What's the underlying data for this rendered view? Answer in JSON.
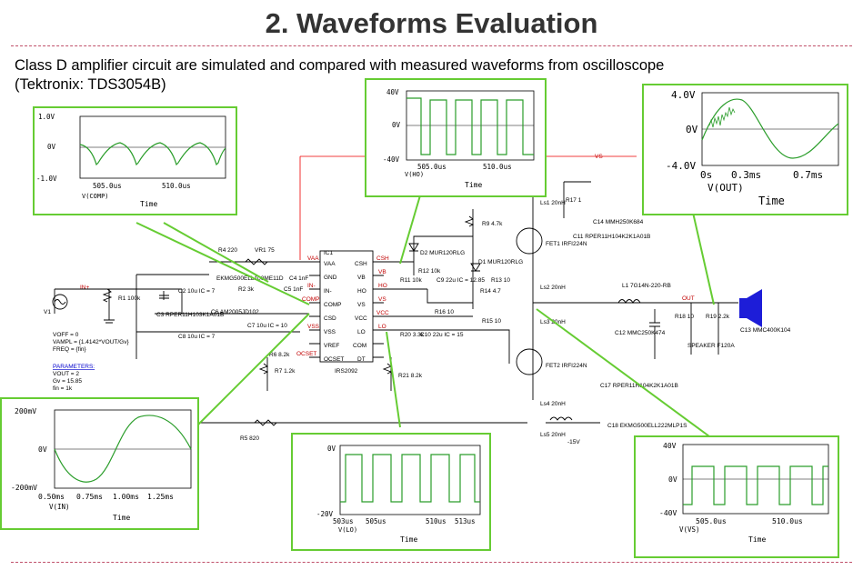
{
  "title": "2. Waveforms Evaluation",
  "description_lines": [
    "Class D amplifier circuit are simulated and compared with measured waveforms from oscilloscope",
    "(Tektronix: TDS3054B)"
  ],
  "colors": {
    "scope_border": "#66cc33",
    "trace": "#2a9d2a",
    "net_label": "#c00000",
    "rule": "#c0506a"
  },
  "scopes": {
    "comp": {
      "y_ticks": [
        "1.0V",
        "0V",
        "-1.0V"
      ],
      "x_ticks": [
        "505.0us",
        "510.0us"
      ],
      "xlabel": "Time",
      "legend": "V(COMP)"
    },
    "ho": {
      "y_ticks": [
        "40V",
        "0V",
        "-40V"
      ],
      "x_ticks": [
        "505.0us",
        "510.0us"
      ],
      "xlabel": "Time",
      "legend": "V(HO)"
    },
    "out": {
      "y_ticks": [
        "4.0V",
        "0V",
        "-4.0V"
      ],
      "x_ticks": [
        "0s",
        "0.3ms",
        "0.7ms"
      ],
      "xlabel": "Time",
      "legend": "V(OUT)"
    },
    "in": {
      "y_ticks": [
        "200mV",
        "0V",
        "-200mV"
      ],
      "x_ticks": [
        "0.50ms",
        "0.75ms",
        "1.00ms",
        "1.25ms"
      ],
      "xlabel": "Time",
      "legend": "V(IN)"
    },
    "lo": {
      "y_ticks": [
        "0V",
        "-20V"
      ],
      "x_ticks": [
        "503us",
        "505us",
        "510us",
        "513us"
      ],
      "xlabel": "Time",
      "legend": "V(LO)"
    },
    "vs": {
      "y_ticks": [
        "40V",
        "0V",
        "-40V"
      ],
      "x_ticks": [
        "505.0us",
        "510.0us"
      ],
      "xlabel": "Time",
      "legend": "V(VS)"
    }
  },
  "schematic": {
    "ic_name": "IC1",
    "ic_part": "IRS2092",
    "ic_pins_left": [
      "VAA",
      "GND",
      "IN-",
      "COMP",
      "CSD",
      "VSS",
      "VREF",
      "OCSET"
    ],
    "ic_pins_right": [
      "CSH",
      "VB",
      "HO",
      "VS",
      "VCC",
      "LO",
      "COM",
      "DT"
    ],
    "nets": [
      "VAA",
      "IN-",
      "COMP",
      "VSS",
      "OCSET",
      "CSH",
      "VB",
      "HO",
      "VS",
      "VCC",
      "LO",
      "OUT",
      "IN+",
      "VS"
    ],
    "parts": [
      "R1 100k",
      "V1",
      "C2 10u IC = 7",
      "C3 RPER11H103K1A01B",
      "C8 10u IC = 7",
      "R4 220",
      "VR1 75",
      "R2 3k",
      "C6 AM2005JD102",
      "C7 10u IC = 10",
      "C5 1nF",
      "R5 820",
      "R6 8.2k",
      "R7 1.2k",
      "C4 1nF",
      "EKMG500ELL100ME11D",
      "D2 MUR120RLG",
      "R12 10k",
      "C9 22u IC = 12.85",
      "R11 10k",
      "R9 4.7k",
      "D1 MUR120RLG",
      "R13 10",
      "R14 4.7",
      "R15 10",
      "R16 10",
      "R20 3.3k",
      "C10 22u IC = 15",
      "R21 8.2k",
      "R17 1",
      "C14 MMH250K684",
      "Ls1 20nH",
      "FET1 IRFI224N",
      "C11 RPER11H104K2K1A01B",
      "Ls2 20nH",
      "Ls3 20nH",
      "FET2 IRFI224N",
      "Ls4 20nH",
      "Ls5 20nH",
      "C17 RPER11H104K2K1A01B",
      "C18 EKMG500ELL222MLP1S",
      "L1 7G14N-220-RB",
      "C12 MMC250K474",
      "R18 10",
      "R19 2.2k",
      "C13 MMC400K104",
      "SPEAKER F120A",
      "-15V"
    ],
    "source_params": [
      "VOFF = 0",
      "VAMPL = {1.4142*VOUT/Gv}",
      "FREQ = {fin}"
    ],
    "params_title": "PARAMETERS:",
    "params": [
      "VOUT = 2",
      "Gv = 15.85",
      "fin = 1k"
    ]
  }
}
